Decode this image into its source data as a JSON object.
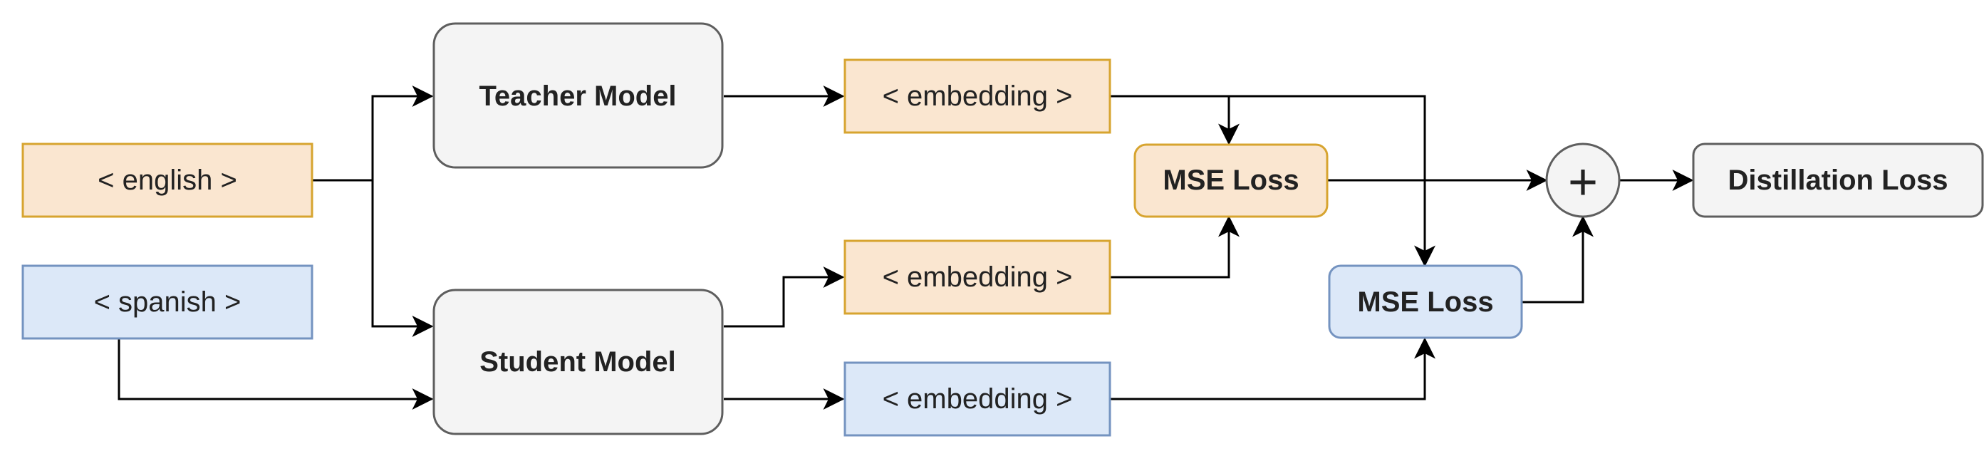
{
  "nodes": {
    "english": "< english >",
    "spanish": "< spanish >",
    "teacher_model": "Teacher Model",
    "student_model": "Student Model",
    "teacher_embedding": "< embedding >",
    "student_embedding_en": "< embedding >",
    "student_embedding_es": "< embedding >",
    "mse_loss_top": "MSE Loss",
    "mse_loss_bottom": "MSE Loss",
    "sum_symbol": "+",
    "distillation_loss": "Distillation Loss"
  },
  "colors": {
    "orange_fill": "#fae6d0",
    "orange_stroke": "#d7a42f",
    "blue_fill": "#dce8f8",
    "blue_stroke": "#7493c0",
    "gray_fill": "#f4f4f4",
    "gray_stroke": "#5e5e5e",
    "edge": "#000000"
  }
}
